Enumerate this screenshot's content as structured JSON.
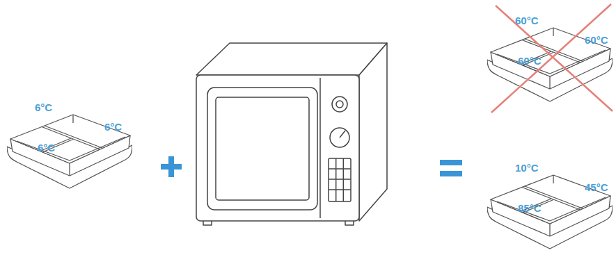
{
  "diagram": {
    "nodes": [
      {
        "text": [
          "6°C",
          "6°C",
          "6°C"
        ]
      },
      {
        "text": [
          "60°C",
          "60°C",
          "60°C"
        ]
      },
      {
        "text": [
          "10°C",
          "45°C",
          "85°C"
        ]
      }
    ]
  }
}
